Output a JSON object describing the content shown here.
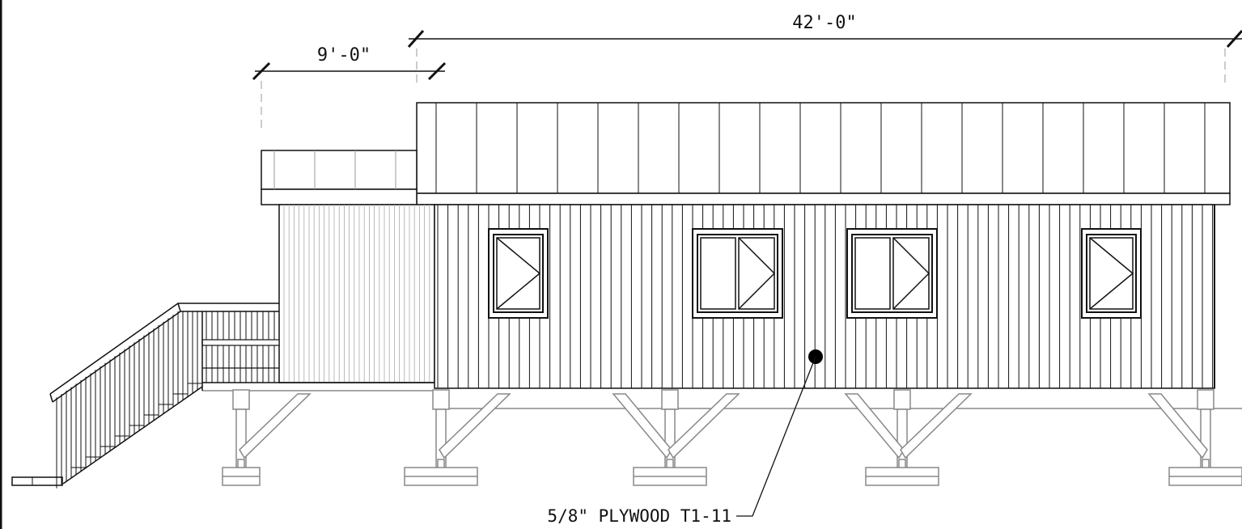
{
  "drawing": {
    "type": "exterior elevation",
    "dimensions": {
      "overall": "42'-0\"",
      "addition": "9'-0\""
    },
    "callout": "5/8\" PLYWOOD T1-11",
    "colors": {
      "line": "#111111",
      "gray": "#888888",
      "background": "#ffffff"
    }
  }
}
